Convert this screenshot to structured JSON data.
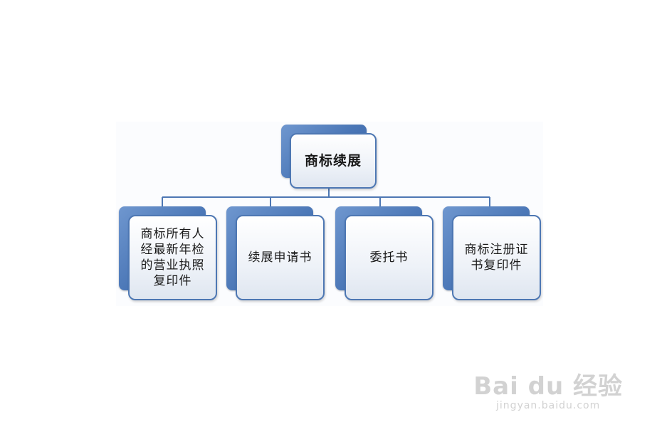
{
  "diagram": {
    "root": {
      "label": "商标续展"
    },
    "children": [
      {
        "label": "商标所有人经最新年检的营业执照复印件"
      },
      {
        "label": "续展申请书"
      },
      {
        "label": "委托书"
      },
      {
        "label": "商标注册证书复印件"
      }
    ],
    "colors": {
      "accent": "#4a76b6",
      "connector": "#4d77b3",
      "box_fill": "#eef2f8"
    }
  },
  "watermark": {
    "logo": "Bai du 经验",
    "url": "jingyan.baidu.com"
  }
}
